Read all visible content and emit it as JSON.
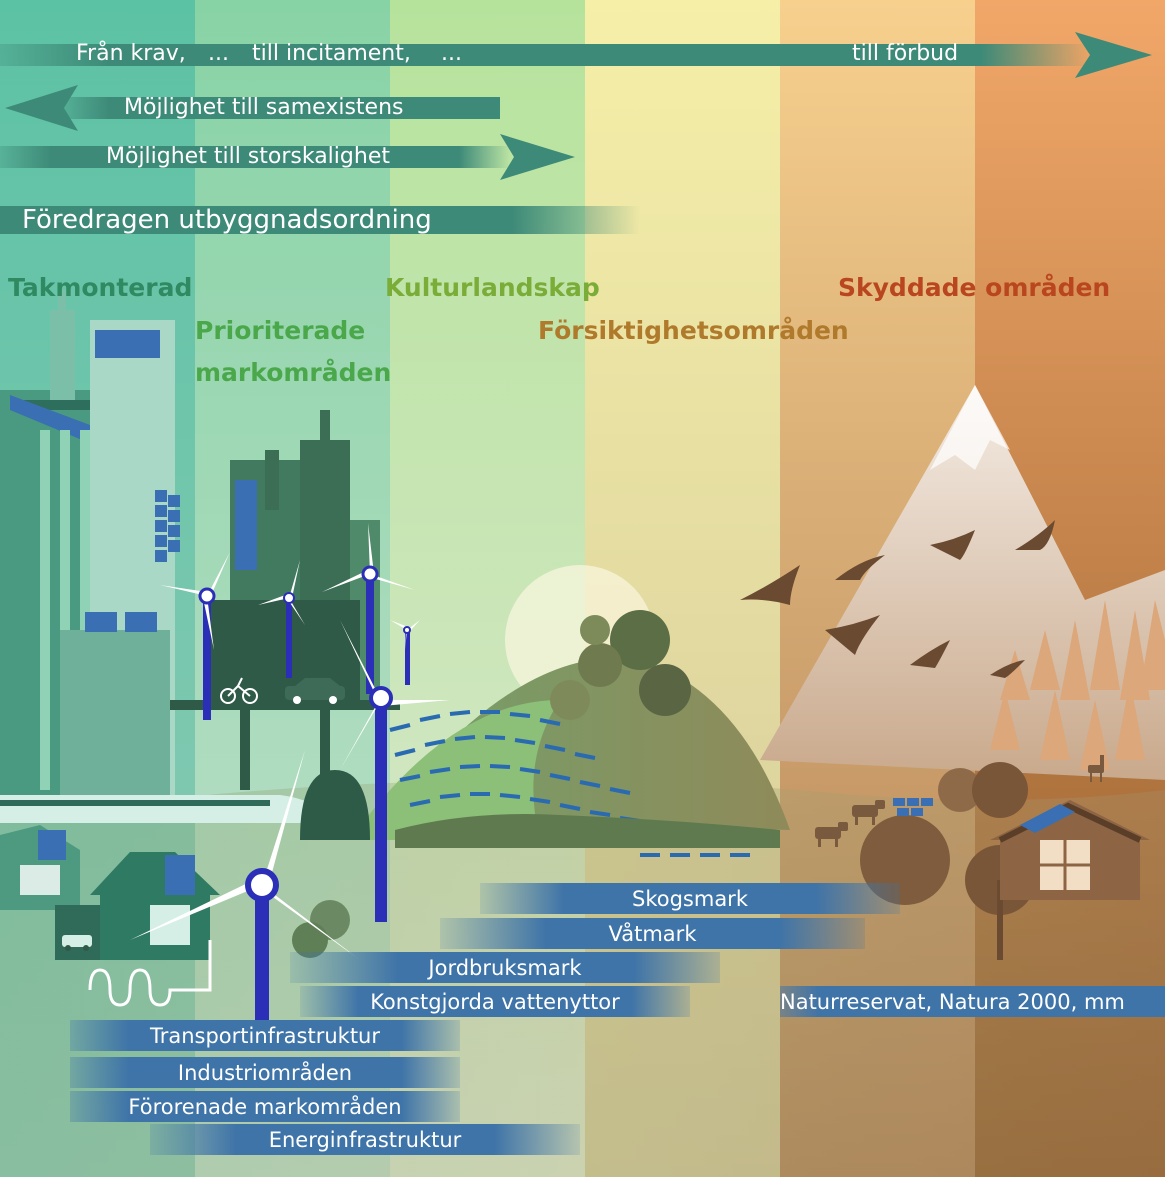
{
  "arrows": {
    "policy": {
      "a": "Från krav,",
      "b": "...",
      "c": "till incitament,",
      "d": "...",
      "e": "till förbud"
    },
    "coexistence": "Möjlighet till samexistens",
    "large_scale": "Möjlighet till storskalighet",
    "preferred_order": "Föredragen utbyggnadsordning"
  },
  "zones": {
    "rooftop": "Takmonterad",
    "prioritized_1": "Prioriterade",
    "prioritized_2": "markområden",
    "cultural": "Kulturlandskap",
    "caution": "Försiktighetsområden",
    "protected": "Skyddade områden"
  },
  "land_types": {
    "forest": "Skogsmark",
    "wetland": "Våtmark",
    "agricultural": "Jordbruksmark",
    "artificial_water": "Konstgjorda vattenyttor",
    "transport": "Transportinfrastruktur",
    "industrial": "Industriområden",
    "contaminated": "Förorenade markområden",
    "energy": "Energinfrastruktur",
    "reserves": "Naturreservat, Natura 2000,  mm"
  },
  "colors": {
    "arrow": "#3d8a78",
    "bar": "#3f74a8",
    "rooftop": "#2f8a62",
    "prioritized": "#4aa84a",
    "cultural": "#7aac38",
    "caution": "#b07a2c",
    "protected": "#b9461e",
    "turbine": "#2b2fb8"
  },
  "icons": [
    "wind-turbine-icon",
    "solar-panel-icon",
    "bird-icon",
    "cow-icon",
    "deer-icon",
    "house-icon",
    "car-icon",
    "bicycle-icon",
    "train-icon",
    "tree-icon",
    "mountain-icon"
  ]
}
